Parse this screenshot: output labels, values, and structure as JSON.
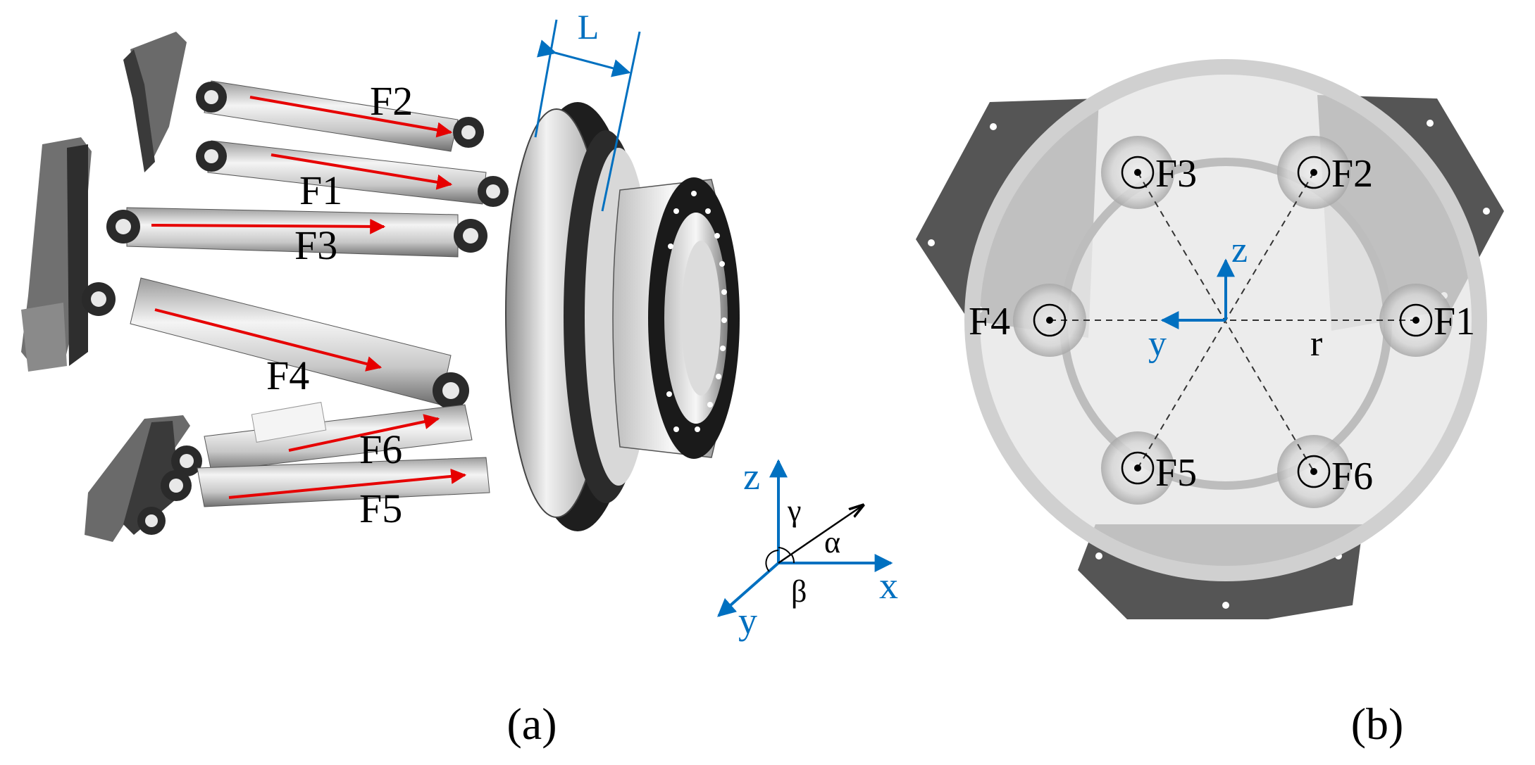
{
  "panel_a": {
    "caption": "(a)",
    "dimension_label": "L",
    "actuator_labels": {
      "f1": "F1",
      "f2": "F2",
      "f3": "F3",
      "f4": "F4",
      "f5": "F5",
      "f6": "F6"
    },
    "axes": {
      "z": "z",
      "x": "x",
      "y": "y",
      "alpha": "α",
      "beta": "β",
      "gamma": "γ"
    }
  },
  "panel_b": {
    "caption": "(b)",
    "actuator_labels": {
      "f1": "F1",
      "f2": "F2",
      "f3": "F3",
      "f4": "F4",
      "f5": "F5",
      "f6": "F6"
    },
    "axes": {
      "z": "z",
      "y": "y"
    },
    "radius_label": "r"
  },
  "colors": {
    "force_arrow": "#e60000",
    "axis": "#0070c0",
    "text": "#000000",
    "bracket": "#5a5a5a",
    "metal": "#d9d9d9"
  }
}
